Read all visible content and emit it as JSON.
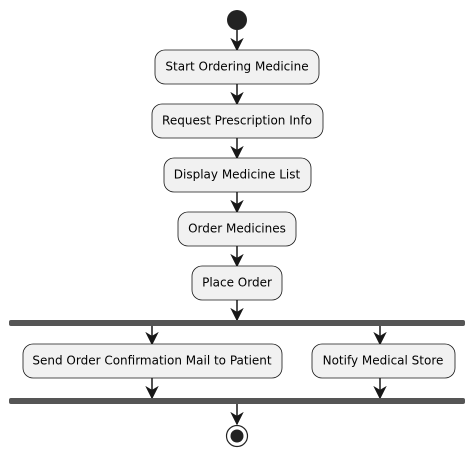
{
  "diagram": {
    "type": "activity-diagram",
    "colors": {
      "node_fill": "#f1f1f1",
      "node_stroke": "#181818",
      "edge": "#181818",
      "bar": "#555555",
      "terminal": "#222222"
    },
    "nodes": [
      {
        "id": "n1",
        "label": "Start Ordering Medicine"
      },
      {
        "id": "n2",
        "label": "Request Prescription Info"
      },
      {
        "id": "n3",
        "label": "Display Medicine List"
      },
      {
        "id": "n4",
        "label": "Order Medicines"
      },
      {
        "id": "n5",
        "label": "Place Order"
      },
      {
        "id": "n6",
        "label": "Send Order Confirmation Mail to Patient"
      },
      {
        "id": "n7",
        "label": "Notify Medical Store"
      }
    ]
  }
}
